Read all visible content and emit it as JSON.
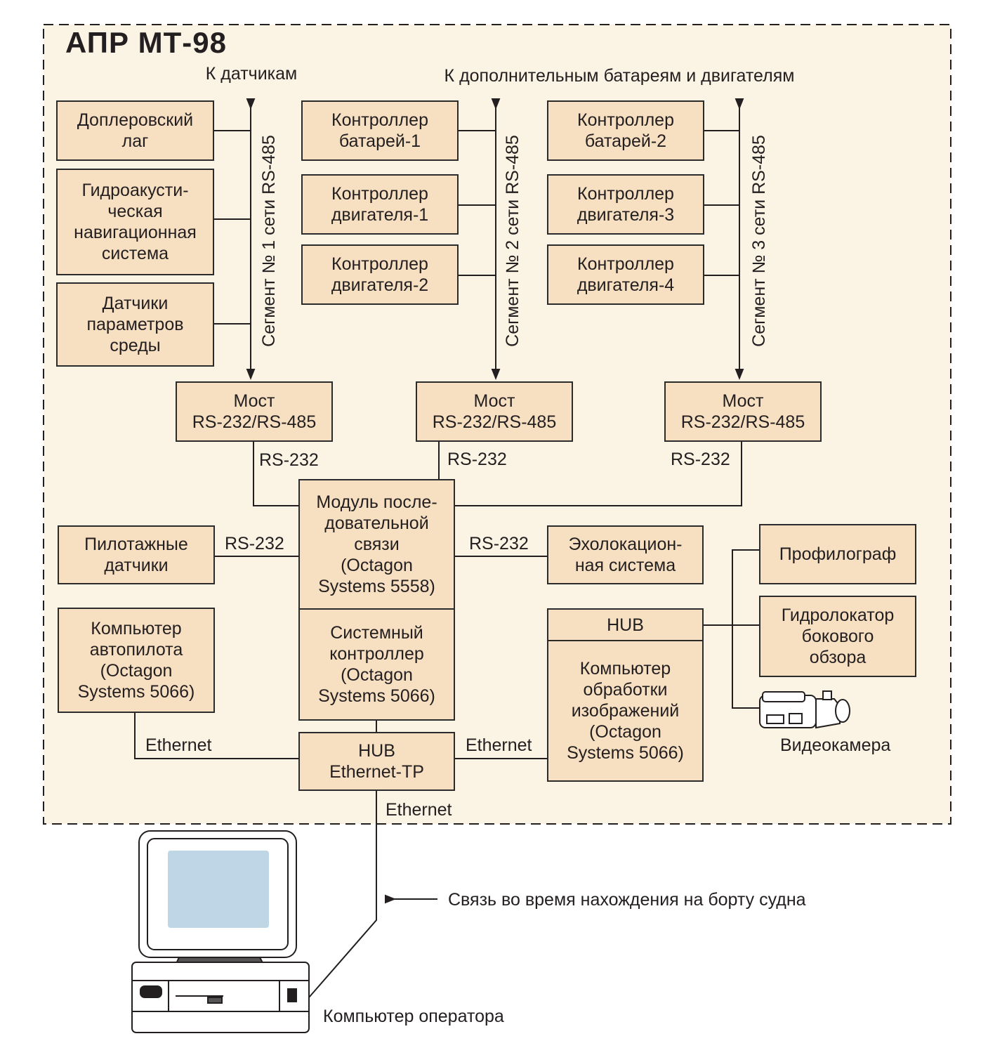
{
  "title": "АПР МТ-98",
  "top_labels": {
    "sensors": "К датчикам",
    "extra": "К дополнительным батареям и двигателям"
  },
  "segments": {
    "seg1": "Сегмент № 1 сети RS-485",
    "seg2": "Сегмент № 2 сети RS-485",
    "seg3": "Сегмент № 3 сети RS-485"
  },
  "boxes": {
    "doppler": "Доплеровский\nлаг",
    "hydro_nav": "Гидроакусти-\nческая\nнавигационная\nсистема",
    "env_sensors": "Датчики\nпараметров\nсреды",
    "batt_ctrl_1": "Контроллер\nбатарей-1",
    "motor_ctrl_1": "Контроллер\nдвигателя-1",
    "motor_ctrl_2": "Контроллер\nдвигателя-2",
    "batt_ctrl_2": "Контроллер\nбатарей-2",
    "motor_ctrl_3": "Контроллер\nдвигателя-3",
    "motor_ctrl_4": "Контроллер\nдвигателя-4",
    "bridge_1": "Мост\nRS-232/RS-485",
    "bridge_2": "Мост\nRS-232/RS-485",
    "bridge_3": "Мост\nRS-232/RS-485",
    "serial_module": "Модуль после-\nдовательной\nсвязи\n(Octagon\nSystems 5558)",
    "system_ctrl": "Системный\nконтроллер\n(Octagon\nSystems 5066)",
    "pilot_sensors": "Пилотажные\nдатчики",
    "echo_system": "Эхолокацион-\nная система",
    "autopilot": "Компьютер\nавтопилота\n(Octagon\nSystems 5066)",
    "hub_eth": "HUB\nEthernet-TP",
    "hub": "HUB",
    "image_computer": "Компьютер\nобработки\nизображений\n(Octagon\nSystems 5066)",
    "profilograph": "Профилограф",
    "side_sonar": "Гидролокатор\nбокового\nобзора"
  },
  "link_labels": {
    "rs232_b1": "RS-232",
    "rs232_b2": "RS-232",
    "rs232_b3": "RS-232",
    "rs232_pilot": "RS-232",
    "rs232_echo": "RS-232",
    "eth_left": "Ethernet",
    "eth_right": "Ethernet",
    "eth_down": "Ethernet"
  },
  "camera_label": "Видеокамера",
  "ship_link": "Связь во время нахождения на борту судна",
  "operator_label": "Компьютер оператора",
  "colors": {
    "frame_fill": "#fbf3e3",
    "box_fill": "#f7dfc1",
    "line": "#231f20",
    "screen": "#bfd6e6"
  }
}
